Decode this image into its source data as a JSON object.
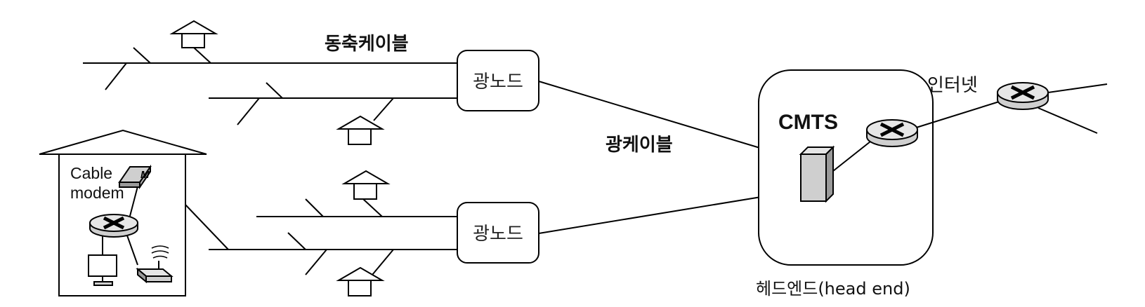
{
  "labels": {
    "coax_cable": "동축케이블",
    "fiber_cable": "광케이블",
    "optical_node_top": "광노드",
    "optical_node_bottom": "광노드",
    "cmts": "CMTS",
    "internet": "인터넷",
    "head_end": "헤드엔드(head end)",
    "cable_modem_line1": "Cable",
    "cable_modem_line2": "modem",
    "modem_badge": "M"
  },
  "colors": {
    "line": "#000000",
    "device_fill": "#cfcfcf",
    "router_fill": "#e6e6e6",
    "background": "#ffffff"
  },
  "icons": [
    "house-icon",
    "router-icon",
    "cable-modem-icon",
    "monitor-icon",
    "wifi-access-point-icon",
    "cmts-server-icon"
  ]
}
